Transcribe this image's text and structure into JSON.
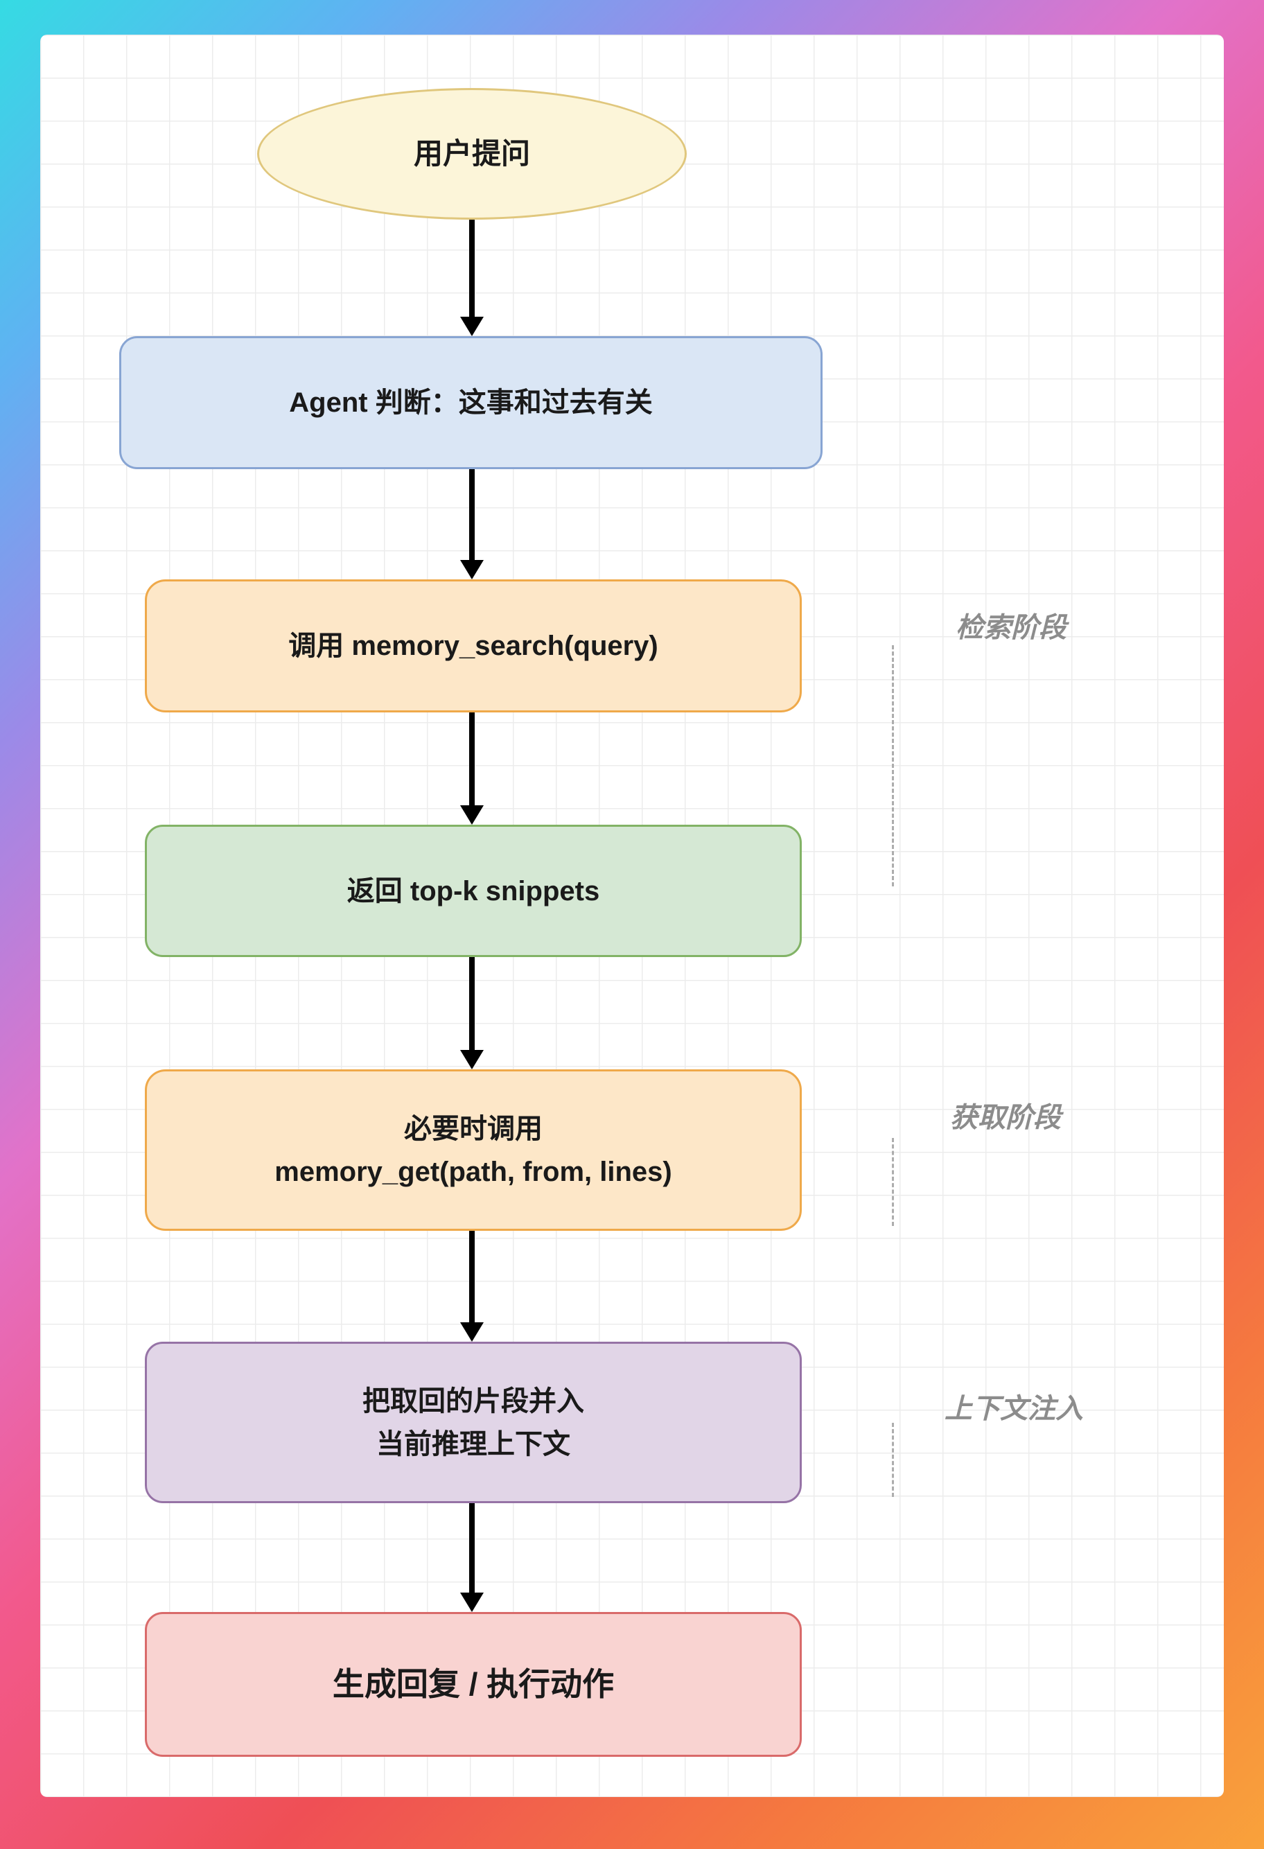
{
  "diagram": {
    "nodes": {
      "user_question": {
        "label": "用户提问"
      },
      "agent_judgment": {
        "label": "Agent 判断：这事和过去有关"
      },
      "memory_search": {
        "label": "调用 memory_search(query)"
      },
      "topk_snippets": {
        "label": "返回 top-k snippets"
      },
      "memory_get": {
        "line1": "必要时调用",
        "line2": "memory_get(path, from, lines)"
      },
      "context_merge": {
        "line1": "把取回的片段并入",
        "line2": "当前推理上下文"
      },
      "generate_reply": {
        "label": "生成回复 / 执行动作"
      }
    },
    "annotations": {
      "retrieval_stage": "检索阶段",
      "fetch_stage": "获取阶段",
      "context_injection": "上下文注入"
    },
    "colors": {
      "ellipse_fill": "#FCF5D9",
      "ellipse_border": "#E0C77D",
      "blue_fill": "#DAE6F5",
      "blue_border": "#88A5D3",
      "orange_fill": "#FDE7C8",
      "orange_border": "#EFA94A",
      "green_fill": "#D5E8D4",
      "green_border": "#82B366",
      "purple_fill": "#E1D5E7",
      "purple_border": "#9673A6",
      "red_fill": "#F9D3D1",
      "red_border": "#D96A6A",
      "arrow": "#000000",
      "annotation_text": "#8C8C8C"
    }
  }
}
